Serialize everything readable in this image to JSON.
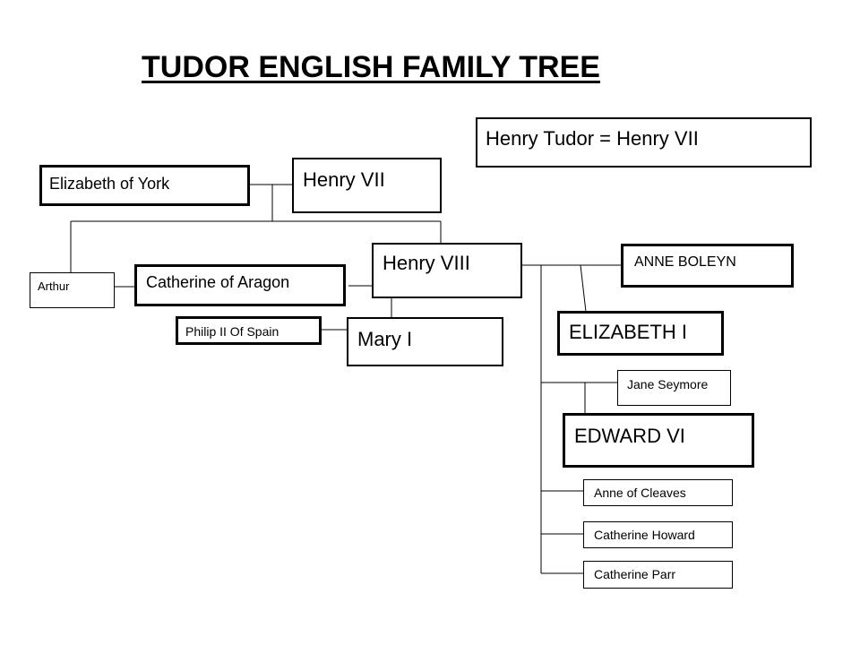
{
  "title": "TUDOR ENGLISH FAMILY TREE",
  "note": "Henry Tudor = Henry VII",
  "people": {
    "elizabeth_of_york": "Elizabeth of York",
    "henry_vii": "Henry VII",
    "arthur": "Arthur",
    "catherine_of_aragon": "Catherine of Aragon",
    "henry_viii": "Henry VIII",
    "anne_boleyn": "ANNE BOLEYN",
    "philip_ii": "Philip II Of Spain",
    "mary_i": "Mary I",
    "elizabeth_i": "ELIZABETH I",
    "jane_seymore": "Jane Seymore",
    "edward_vi": "EDWARD VI",
    "anne_of_cleaves": "Anne of Cleaves",
    "catherine_howard": "Catherine Howard",
    "catherine_parr": "Catherine Parr"
  }
}
